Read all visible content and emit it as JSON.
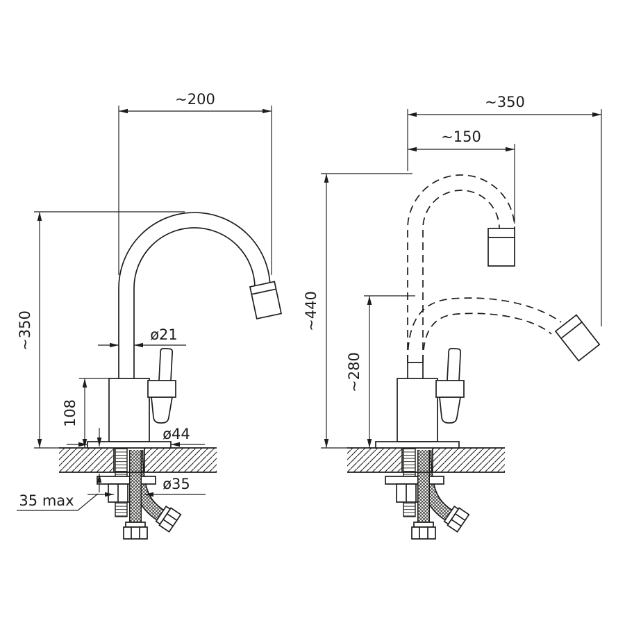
{
  "drawing": {
    "type": "faucet-technical-dimension-drawing",
    "colors": {
      "line": "#1d1d1b",
      "background": "#ffffff"
    },
    "labels": {
      "w_left": "~200",
      "w_right": "~350",
      "w_right_inner": "~150",
      "h_left": "~350",
      "h_right": "~440",
      "h_right_inner": "~280",
      "body_height": "108",
      "spout_dia": "ø21",
      "base_dia": "ø44",
      "hole_dia": "ø35",
      "counter_max": "35 max"
    }
  }
}
